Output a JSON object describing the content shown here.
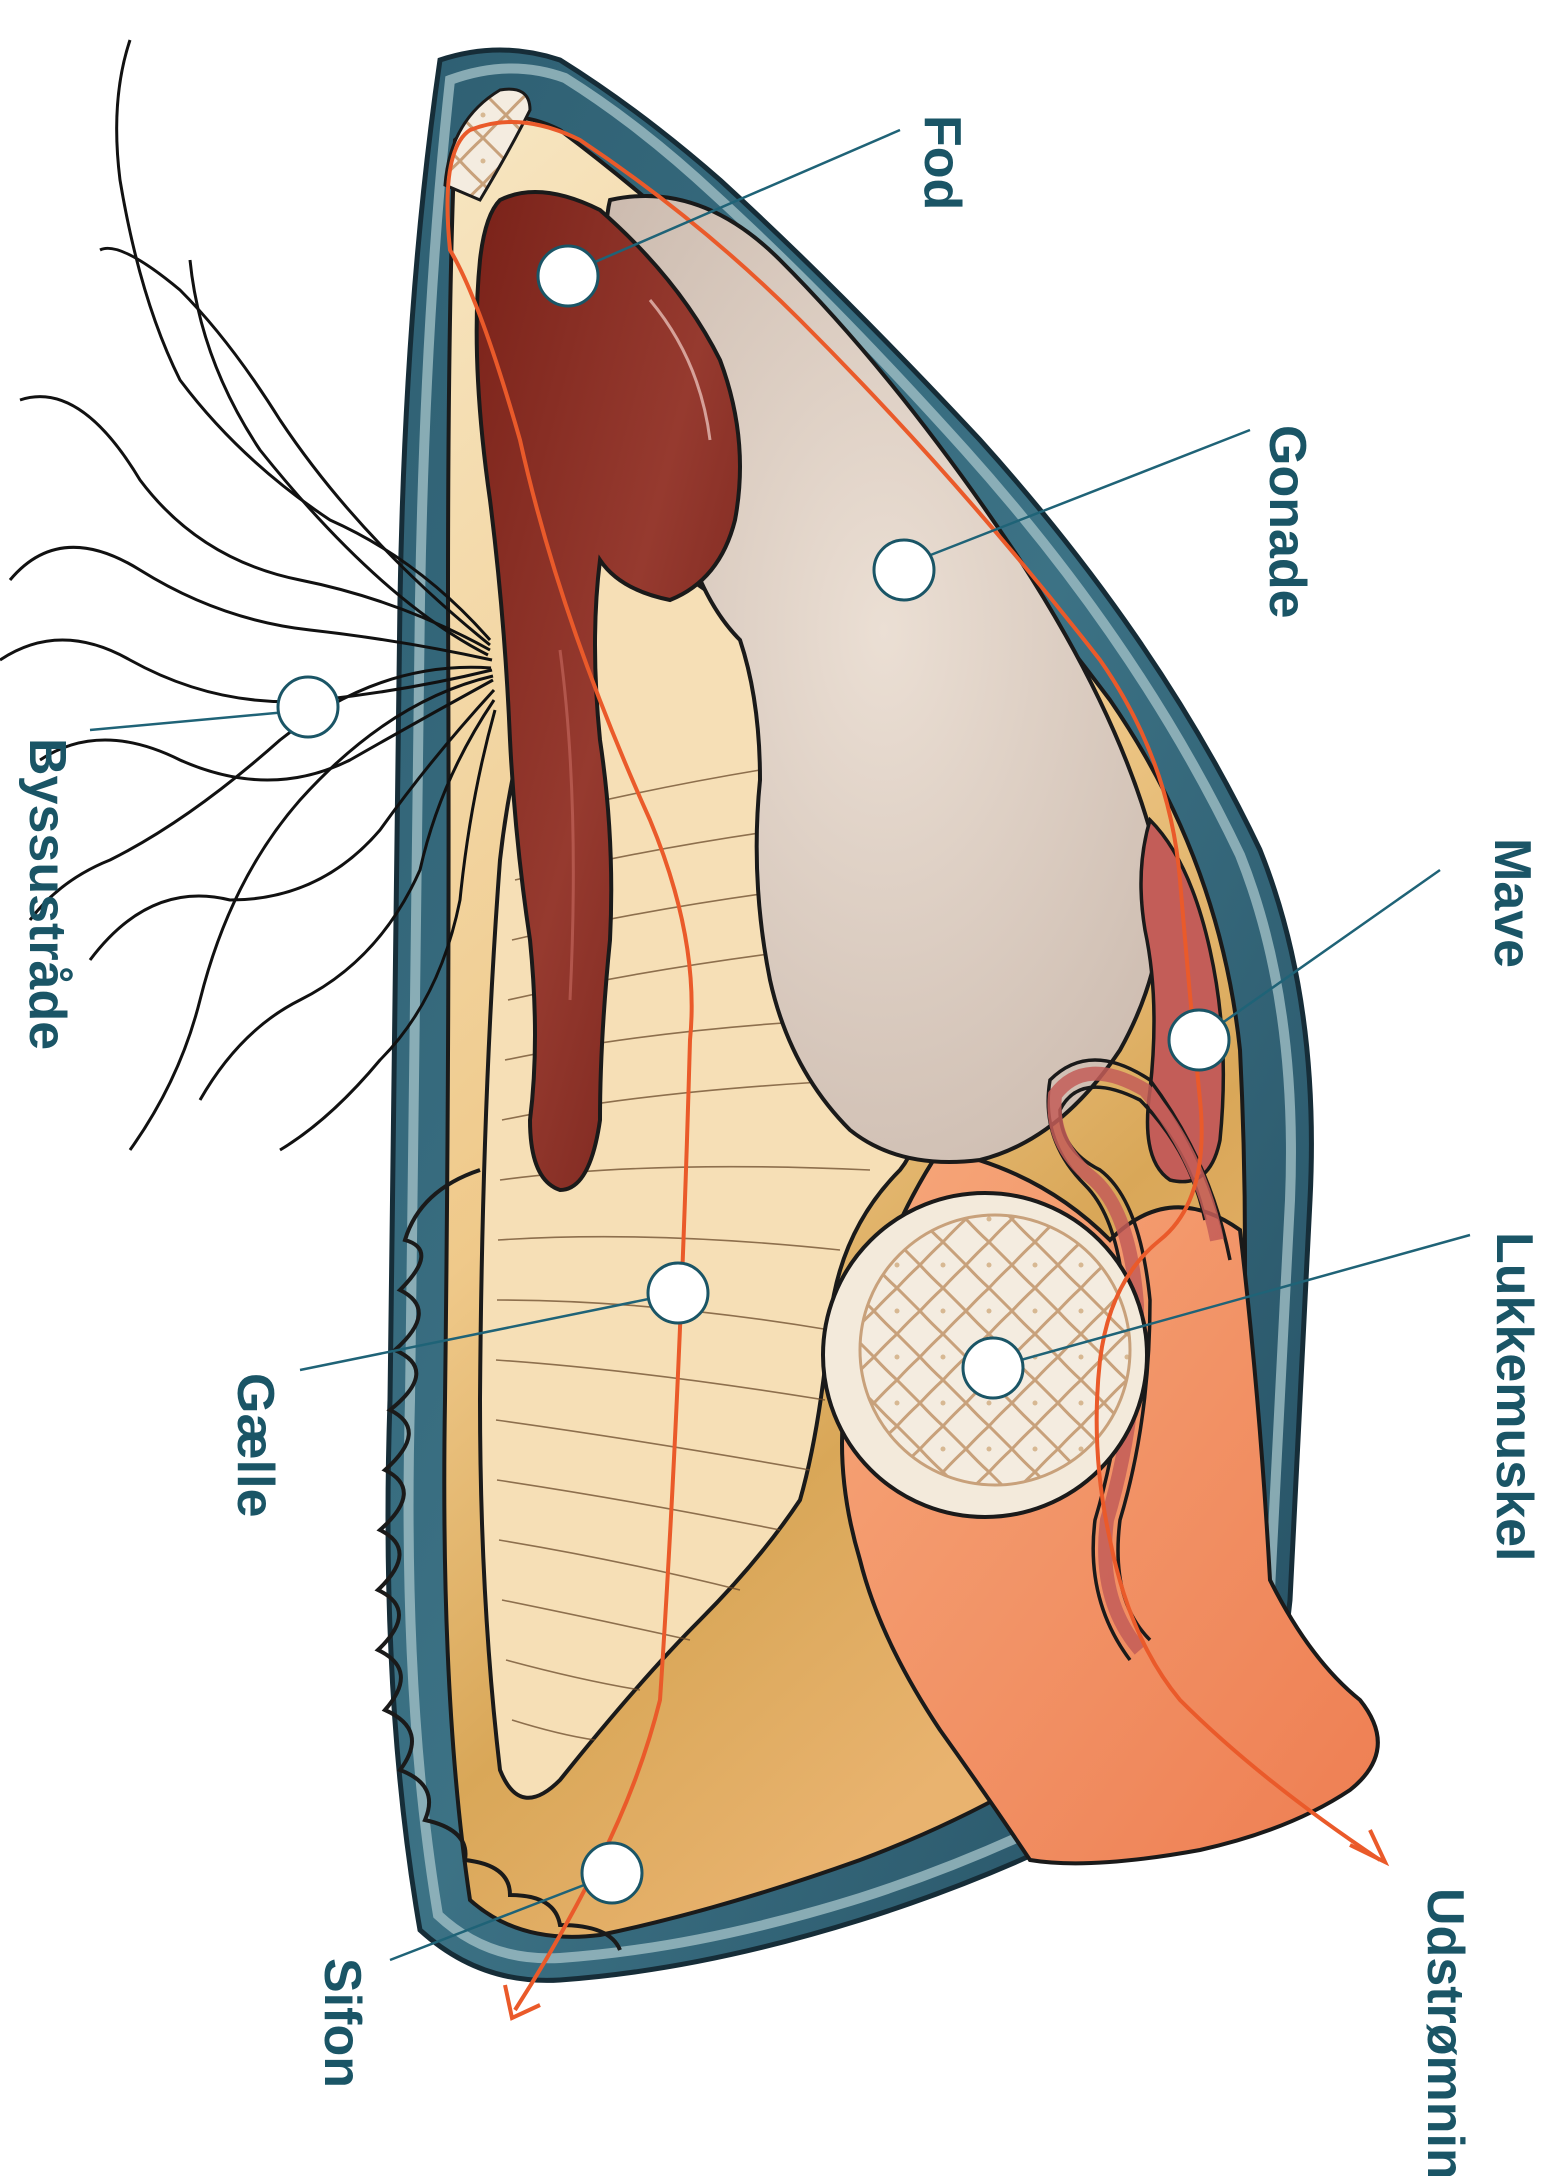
{
  "diagram": {
    "labels": {
      "fod": "Fod",
      "gonade": "Gonade",
      "mave": "Mave",
      "lukkemuskel": "Lukkemuskel",
      "udstromning": "Udstrømning",
      "sifon": "Sifon",
      "gaelle": "Gælle",
      "byssustraade": "Byssustråde"
    },
    "colors": {
      "label": "#1a5566",
      "shell_outer": "#2f5f74",
      "shell_rim": "#a9c3c9",
      "foot": "#8a2e25",
      "gonad": "#e2d3c6",
      "gill": "#f6dcb0",
      "siphon": "#e8b868",
      "mantle_orange": "#f19262",
      "flow_arrow": "#ea5a2a",
      "stomach": "#c25f5a",
      "muscle": "#efe4d3"
    }
  }
}
